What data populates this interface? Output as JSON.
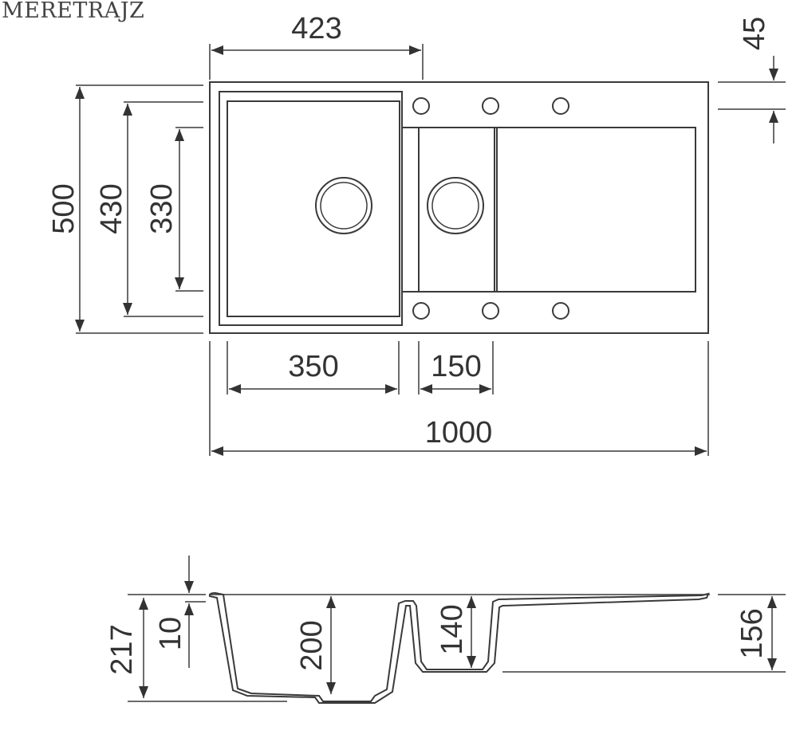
{
  "title": "MÉRETRAJZ",
  "top_view": {
    "dims": {
      "width_bowl_top": "423",
      "edge": "45",
      "depth_total": "500",
      "depth_bowl": "430",
      "depth_small": "330",
      "width_bowl": "350",
      "width_small": "150",
      "width_total": "1000"
    }
  },
  "side_view": {
    "dims": {
      "total_height": "217",
      "rim": "10",
      "bowl_depth": "200",
      "small_depth": "140",
      "drain_height": "156"
    }
  }
}
